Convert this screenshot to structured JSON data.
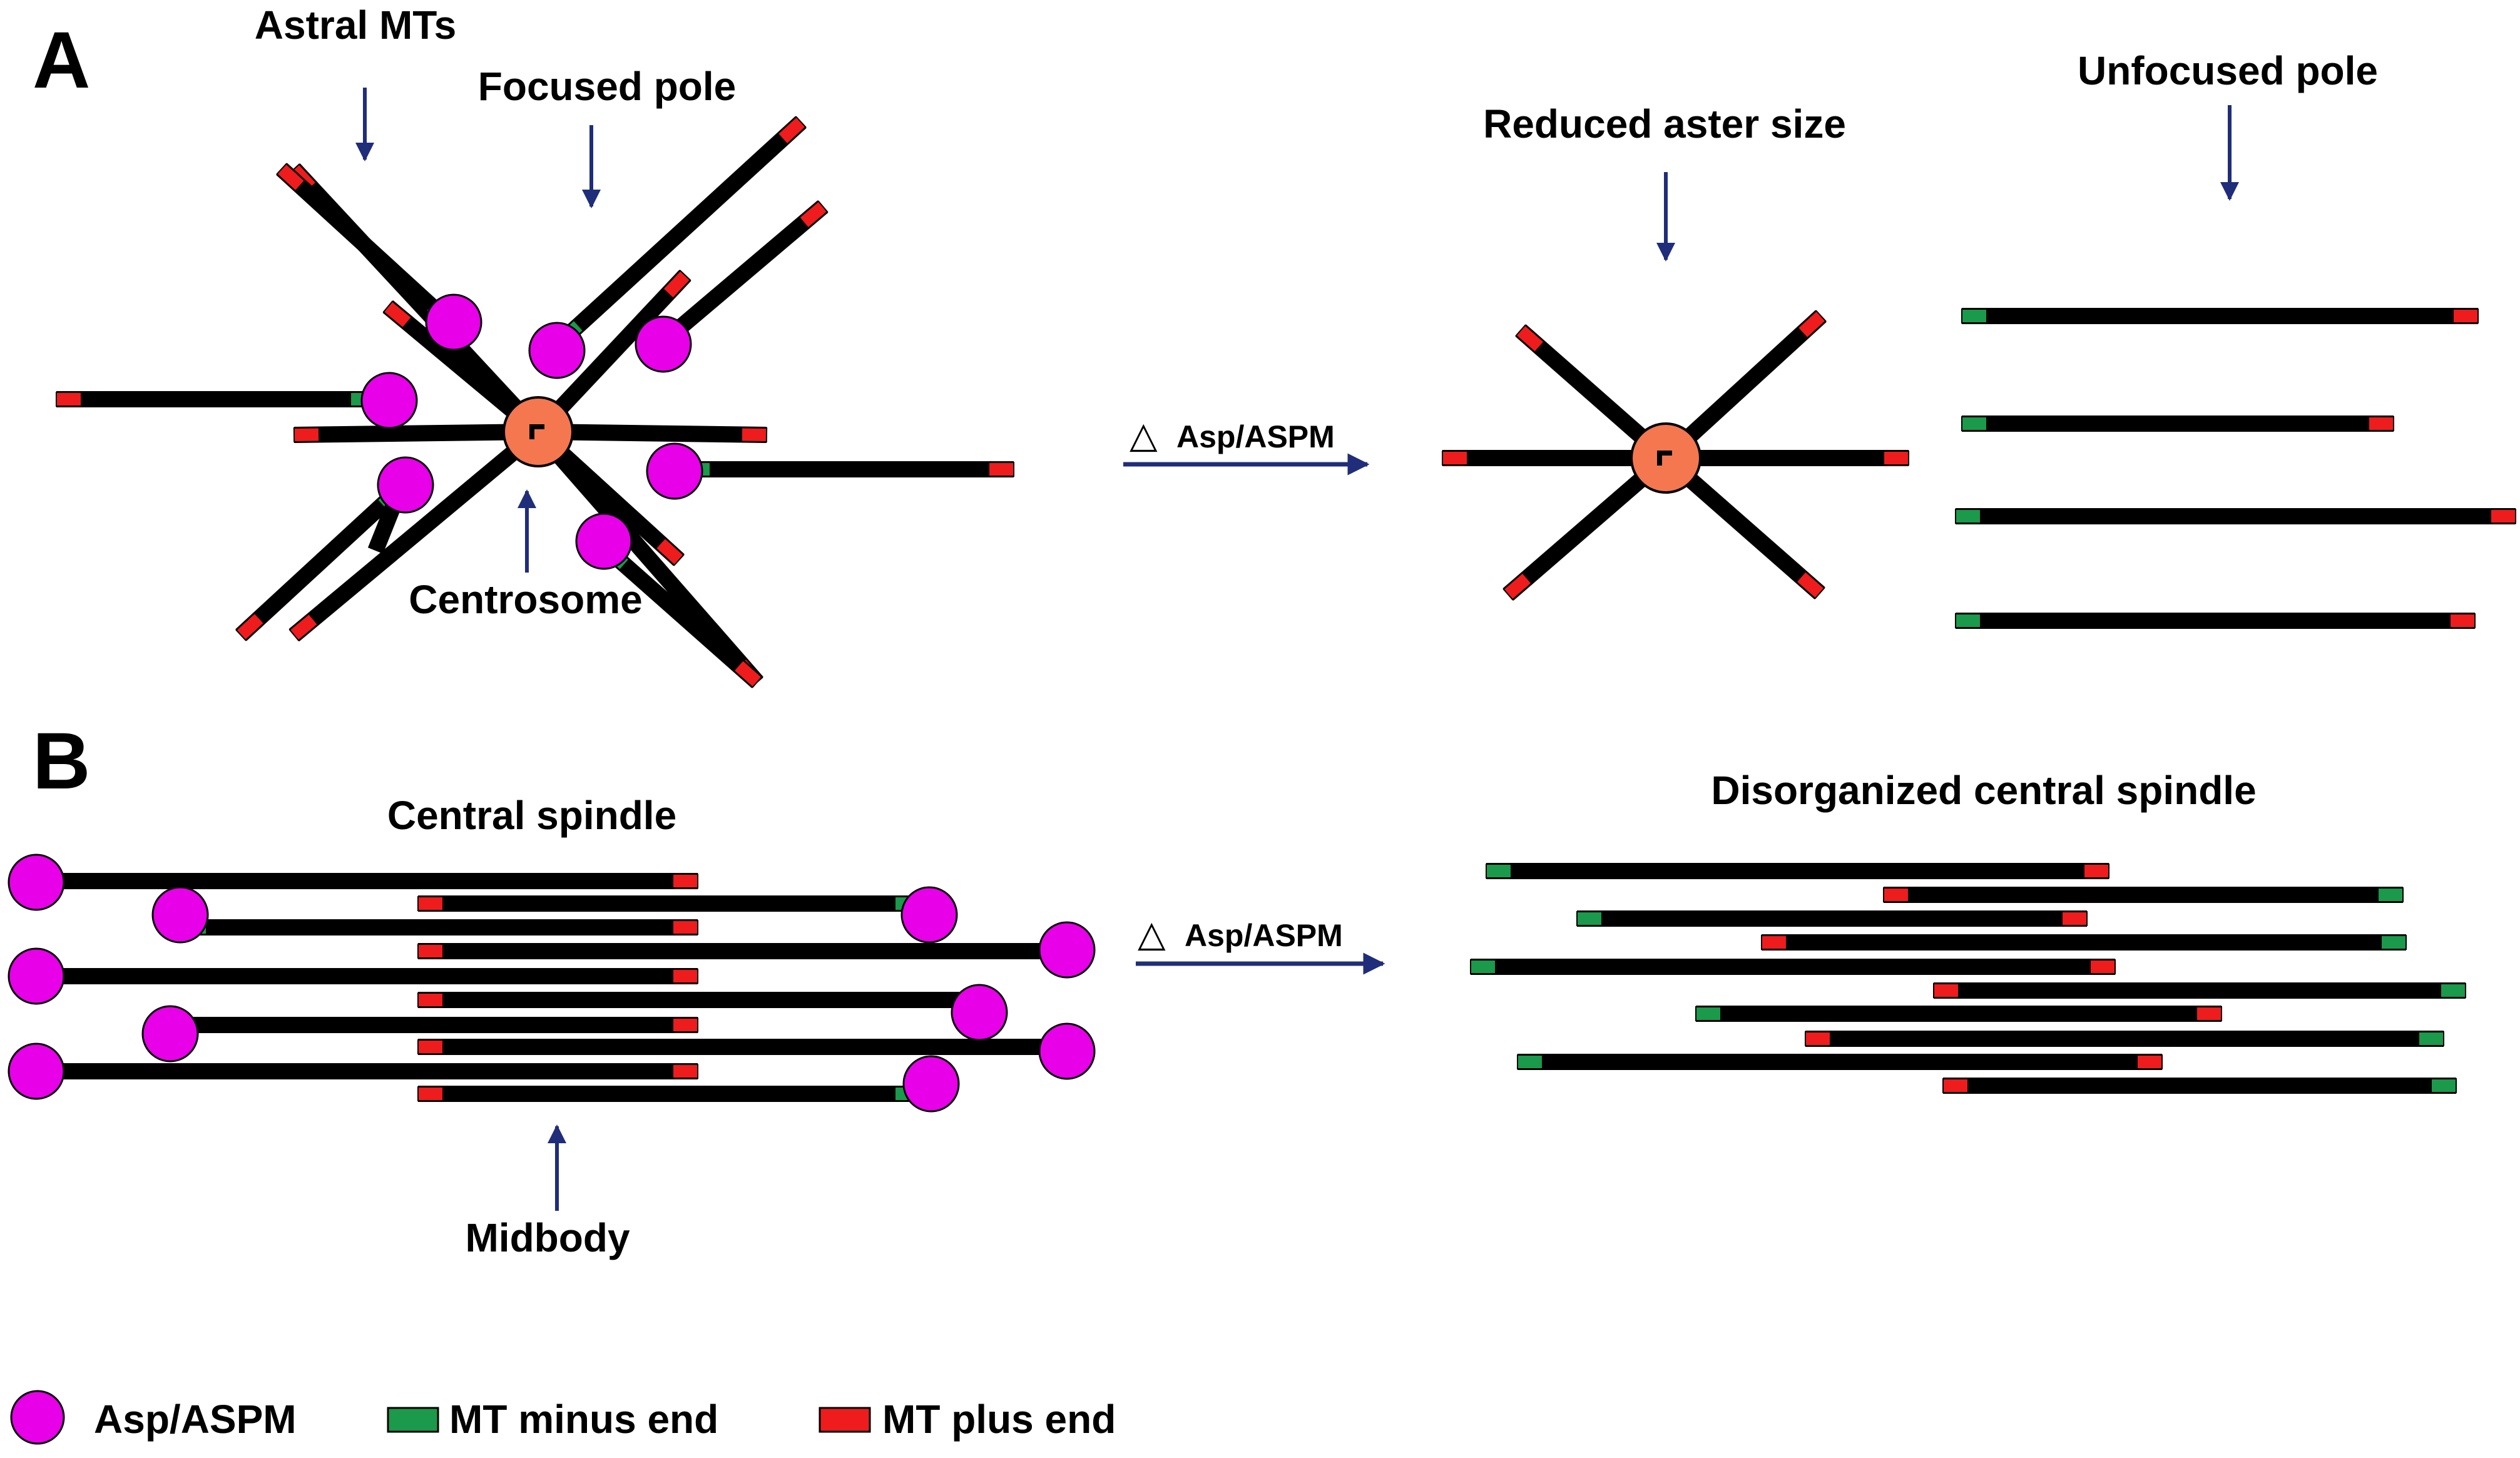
{
  "panels": {
    "a": "A",
    "b": "B"
  },
  "labels": {
    "astral_mts": "Astral MTs",
    "focused_pole": "Focused pole",
    "centrosome": "Centrosome",
    "reduced_aster_size": "Reduced aster size",
    "unfocused_pole": "Unfocused pole",
    "central_spindle": "Central spindle",
    "midbody": "Midbody",
    "disorganized_central_spindle": "Disorganized central spindle"
  },
  "transitions": {
    "top": {
      "symbol": "△",
      "text": "Asp/ASPM"
    },
    "bottom": {
      "symbol": "△",
      "text": "Asp/ASPM"
    }
  },
  "legend": {
    "asp": "Asp/ASPM",
    "minus": "MT minus end",
    "plus": "MT plus end"
  },
  "colors": {
    "microtubule": "#000000",
    "asp_aspm": "#e800e8",
    "minus_end": "#1a9a4a",
    "plus_end": "#ee1c1c",
    "centrosome": "#f4774f",
    "arrow": "#1f2d7a"
  }
}
